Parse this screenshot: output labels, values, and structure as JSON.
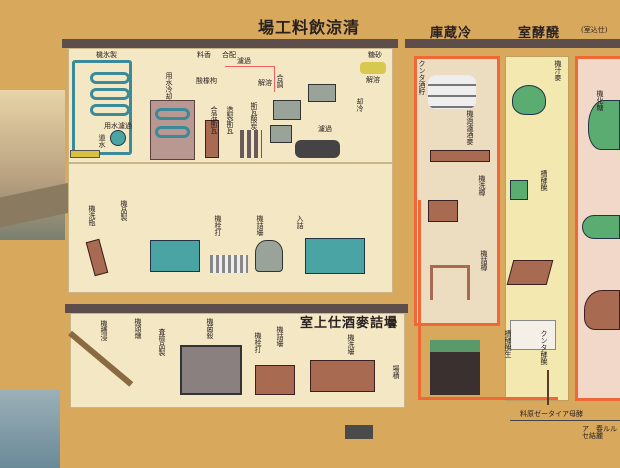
{
  "titles": {
    "soft_drink_factory": "場工料飲涼清",
    "cold_storage": "庫蔵冷",
    "fermentation_room": "室酵醗",
    "preparation_room": "(室込仕)",
    "bottling_room": "室上仕酒麥詰壜"
  },
  "upper_labels": [
    "機氷製",
    "用水冷却",
    "用水濾過",
    "道水",
    "合混斯瓦",
    "造製斯瓦",
    "斯瓦酸炭",
    "料香",
    "合配",
    "濾過",
    "酸橡枸",
    "解溶",
    "合調",
    "糖砂",
    "解溶",
    "却冷",
    "濾過"
  ],
  "middle_labels": [
    "機洗瓶",
    "機品製",
    "機栓打",
    "機詰壜",
    "入詰"
  ],
  "bottling_labels": [
    "機槽浸",
    "機頭燻",
    "査檢品製",
    "機菌殺",
    "機栓打",
    "機詰壜",
    "機洗壜",
    "場積"
  ],
  "right_labels": [
    "クンタ酒貯",
    "機過濾酒麥",
    "機洗樽",
    "機詰樽",
    "機汁麥",
    "機化糖",
    "槽酵醗",
    "クンタ酵醗",
    "槽酵醗生"
  ],
  "bottom_labels": {
    "yeast_material": "料原ゼータイア母酵",
    "footer_note": "ア　春ルルセ結麗"
  },
  "colors": {
    "background": "#d8a95c",
    "panel": "#f4e8c4",
    "bar": "#5d4e4c",
    "pipe": "#3a8a9a",
    "beer_line": "#f06838"
  }
}
